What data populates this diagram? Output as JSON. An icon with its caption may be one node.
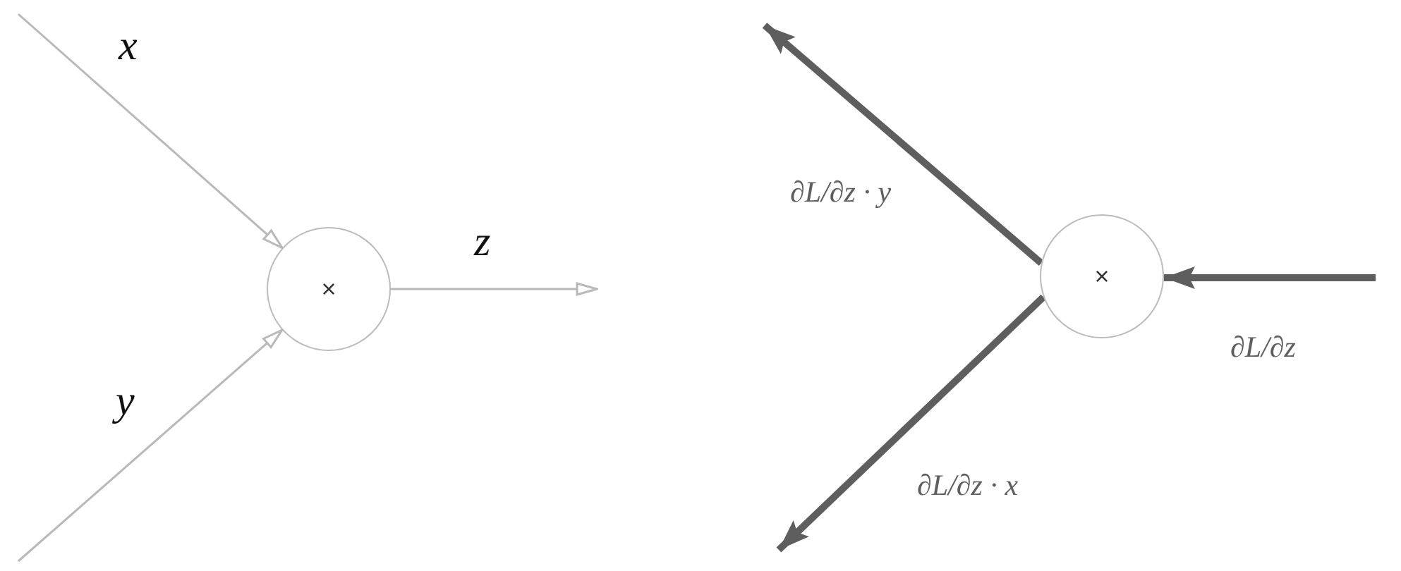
{
  "diagram": {
    "nodes": [
      {
        "text": [
          "×"
        ]
      },
      {
        "text": [
          "×"
        ]
      }
    ],
    "edges": [
      {
        "from": null,
        "to": 0,
        "arrow": "to",
        "label": "x"
      },
      {
        "from": null,
        "to": 0,
        "arrow": "to",
        "label": "y"
      },
      {
        "from": 0,
        "to": null,
        "arrow": "to",
        "label": "z"
      },
      {
        "from": null,
        "to": 1,
        "arrow": "to",
        "label": "∂L/∂z",
        "style": "thick",
        "color": "#5e5e5e"
      },
      {
        "from": 1,
        "to": null,
        "arrow": "to",
        "label": "∂L/∂z · y",
        "style": "thick",
        "color": "#5e5e5e"
      },
      {
        "from": 1,
        "to": null,
        "arrow": "to",
        "label": "∂L/∂z · x",
        "style": "thick",
        "color": "#5e5e5e"
      }
    ]
  }
}
